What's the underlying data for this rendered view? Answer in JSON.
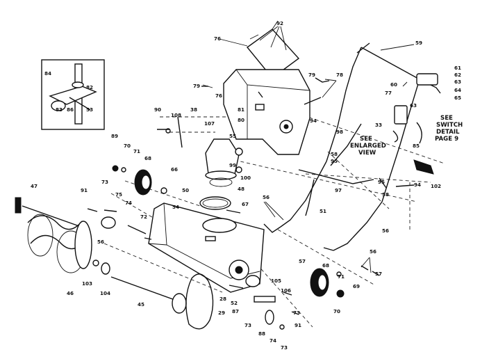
{
  "labels": {
    "l92": "92",
    "l78a": "78",
    "l79a": "79",
    "l79b": "79",
    "l76": "76",
    "l59": "59",
    "l61": "61",
    "l62": "62",
    "l63": "63",
    "l64": "64",
    "l65": "65",
    "l60": "60",
    "l77": "77",
    "l63b": "63",
    "l90": "90",
    "l108": "108",
    "l38": "38",
    "l107": "107",
    "l81": "81",
    "l80": "80",
    "l55": "55",
    "l99a": "99",
    "l100": "100",
    "l48": "48",
    "l50": "50",
    "l94a": "94",
    "l98": "98",
    "l58a": "58",
    "l95a": "95",
    "l33": "33",
    "l85": "85",
    "l89": "89",
    "l70a": "70",
    "l71a": "71",
    "l68a": "68",
    "l66": "66",
    "l73a": "73",
    "l75": "75",
    "l74a": "74",
    "l91a": "91",
    "l47": "47",
    "l72": "72",
    "l56a": "56",
    "l54": "54",
    "l67a": "67",
    "l56b": "56",
    "l97": "97",
    "l51": "51",
    "l95b": "95",
    "l58b": "58",
    "l94b": "94",
    "l102": "102",
    "l56c": "56",
    "l56d": "56",
    "l57a": "57",
    "l57b": "57",
    "l69": "69",
    "l71b": "71",
    "l70b": "70",
    "l68b": "68",
    "l46": "46",
    "l103": "103",
    "l104": "104",
    "l45": "45",
    "l105": "105",
    "l106": "106",
    "l28": "28",
    "l29": "29",
    "l52": "52",
    "l87": "87",
    "l73b": "73",
    "l73c": "73",
    "l88": "88",
    "l74b": "74",
    "l91b": "91",
    "l84": "84",
    "l82": "82",
    "l83": "83",
    "l86": "86",
    "l53": "53"
  },
  "notes": {
    "see_switch": [
      "SEE",
      "SWITCH",
      "DETAIL",
      "PAGE 9"
    ],
    "see_enlarged": [
      "SEE",
      "ENLARGED",
      "VIEW"
    ]
  }
}
